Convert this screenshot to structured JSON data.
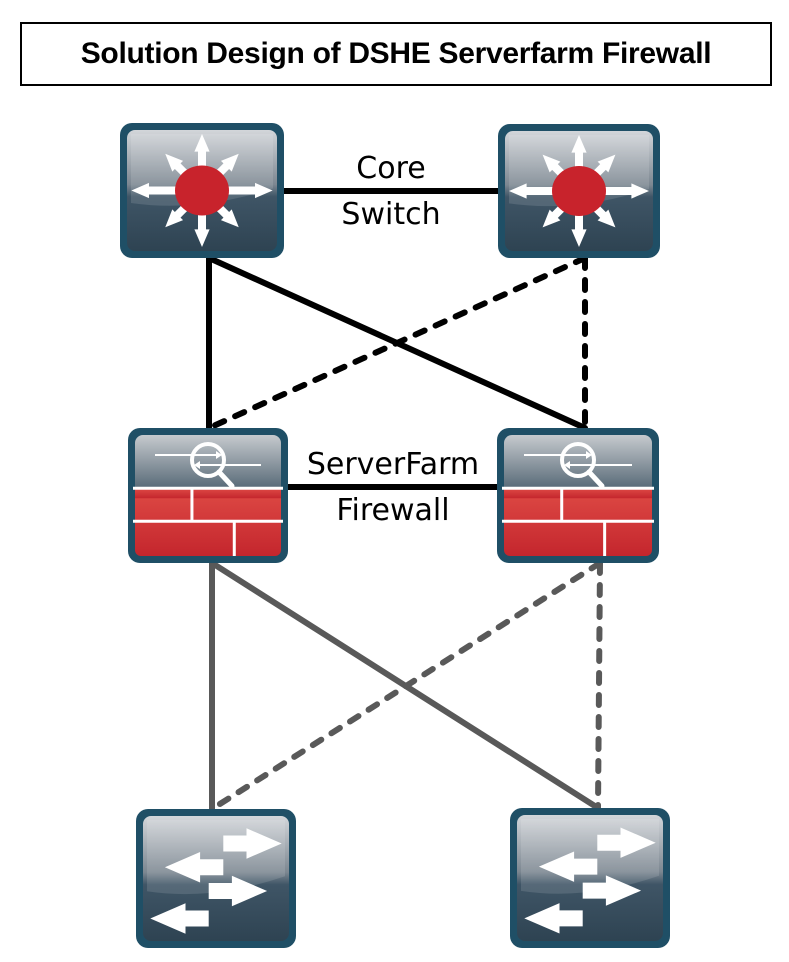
{
  "title": "Solution Design of DSHE Serverfarm Firewall",
  "colors": {
    "device_border": "#1f4f66",
    "device_body_top": "#c9ccd0",
    "device_body_bottom": "#34495a",
    "core_dot": "#c8232c",
    "firewall_red": "#d0353a",
    "link_primary": "#000000",
    "link_secondary": "#595959"
  },
  "tiers": {
    "core": {
      "label_line1": "Core",
      "label_line2": "Switch"
    },
    "firewall": {
      "label_line1": "ServerFarm",
      "label_line2": "Firewall"
    }
  },
  "devices": [
    {
      "id": "core-left",
      "type": "core-switch",
      "icon": "layer3-switch-icon"
    },
    {
      "id": "core-right",
      "type": "core-switch",
      "icon": "layer3-switch-icon"
    },
    {
      "id": "fw-left",
      "type": "firewall",
      "icon": "firewall-icon"
    },
    {
      "id": "fw-right",
      "type": "firewall",
      "icon": "firewall-icon"
    },
    {
      "id": "access-left",
      "type": "access-switch",
      "icon": "workgroup-switch-icon"
    },
    {
      "id": "access-right",
      "type": "access-switch",
      "icon": "workgroup-switch-icon"
    }
  ],
  "links": [
    {
      "from": "core-left",
      "to": "core-right",
      "style": "solid",
      "color": "primary"
    },
    {
      "from": "core-left",
      "to": "fw-left",
      "style": "solid",
      "color": "primary"
    },
    {
      "from": "core-left",
      "to": "fw-right",
      "style": "solid",
      "color": "primary"
    },
    {
      "from": "core-right",
      "to": "fw-left",
      "style": "dashed",
      "color": "primary"
    },
    {
      "from": "core-right",
      "to": "fw-right",
      "style": "dashed",
      "color": "primary"
    },
    {
      "from": "fw-left",
      "to": "fw-right",
      "style": "solid",
      "color": "primary"
    },
    {
      "from": "fw-left",
      "to": "access-left",
      "style": "solid",
      "color": "secondary"
    },
    {
      "from": "fw-left",
      "to": "access-right",
      "style": "solid",
      "color": "secondary"
    },
    {
      "from": "fw-right",
      "to": "access-left",
      "style": "dashed",
      "color": "secondary"
    },
    {
      "from": "fw-right",
      "to": "access-right",
      "style": "dashed",
      "color": "secondary"
    }
  ]
}
